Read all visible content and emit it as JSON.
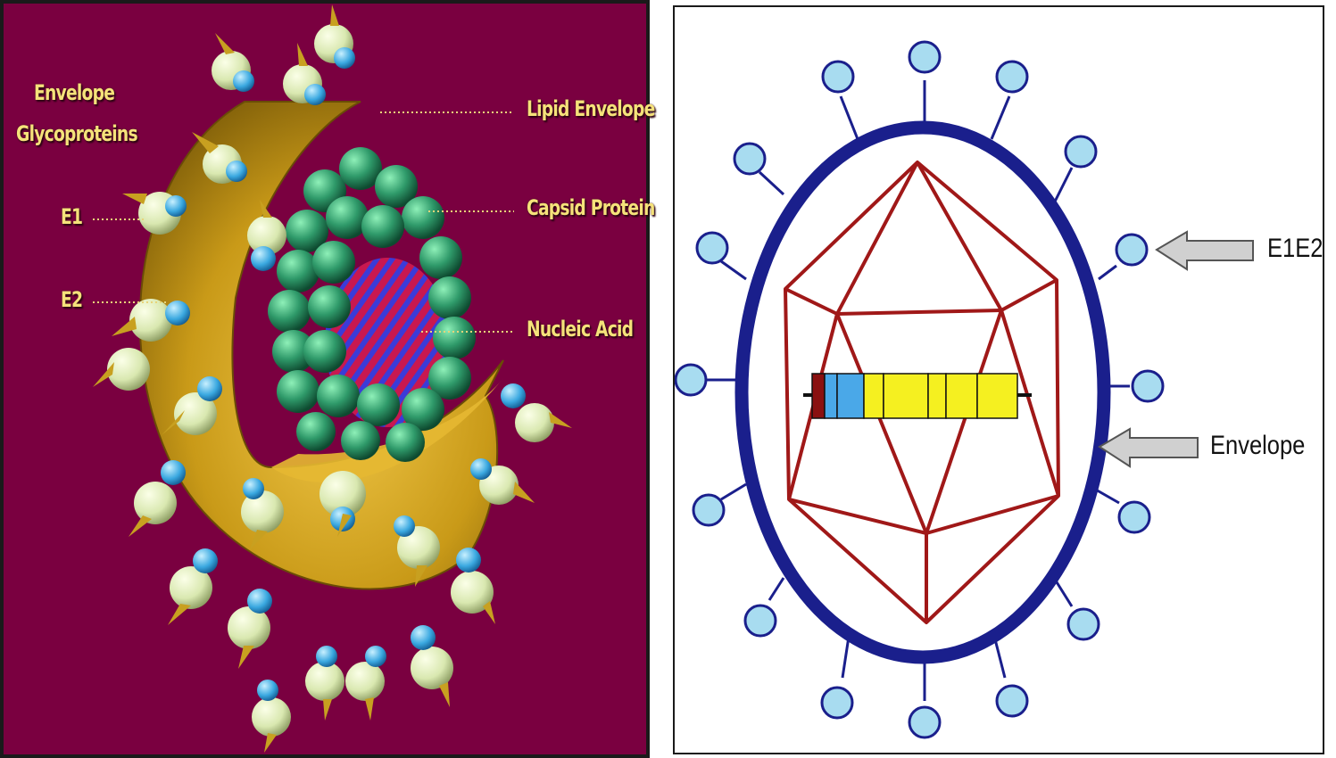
{
  "left_panel": {
    "labels": {
      "envelope_glycoproteins_line1": "Envelope",
      "envelope_glycoproteins_line2": "Glycoproteins",
      "e1": "E1",
      "e2": "E2",
      "lipid_envelope": "Lipid Envelope",
      "capsid_protein": "Capsid Protein",
      "nucleic_acid": "Nucleic Acid"
    },
    "colors": {
      "background": "#7a0040",
      "label_text": "#f5e27a",
      "lipid_envelope": "#c9a21c",
      "capsid": "#2f9a6a",
      "glycoprotein_e1": "#d9e8b0",
      "glycoprotein_e2": "#3aa8e0"
    }
  },
  "right_panel": {
    "labels": {
      "e1e2": "E1E2",
      "envelope": "Envelope"
    },
    "colors": {
      "envelope_ring": "#1a1f8c",
      "capsid_outline": "#a01818",
      "spike_head": "#a8dcf0",
      "genome_red": "#8a1010",
      "genome_blue": "#4aa8e8",
      "genome_yellow": "#f5f020",
      "arrow": "#d0d0d0"
    }
  }
}
